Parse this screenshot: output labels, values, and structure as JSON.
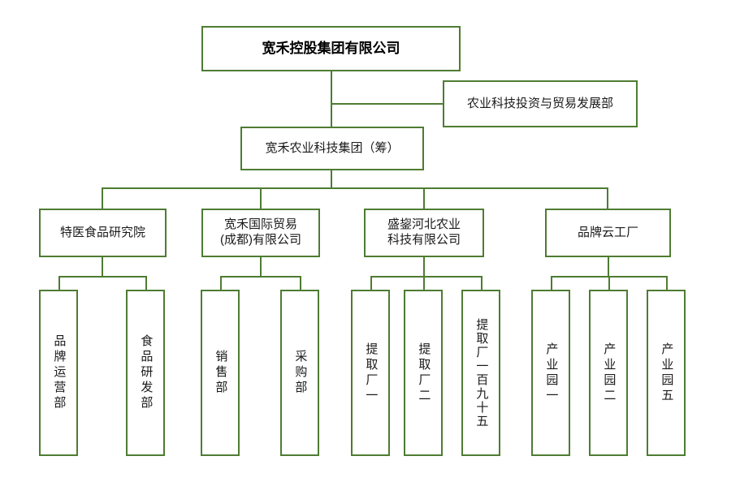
{
  "colors": {
    "line_green": "#4e7c32",
    "text": "#1a1a1a",
    "background": "#ffffff"
  },
  "org": {
    "root": {
      "label": "宽禾控股集团有限公司"
    },
    "staff_department": {
      "label": "农业科技投资与贸易发展部"
    },
    "subgroup": {
      "label": "宽禾农业科技集团（筹）"
    },
    "divisions": [
      {
        "label": "特医食品研究院",
        "children": [
          {
            "label": "品牌运营部"
          },
          {
            "label": "食品研发部"
          }
        ]
      },
      {
        "label": "宽禾国际贸易\n(成都)有限公司",
        "children": [
          {
            "label": "销售部"
          },
          {
            "label": "采购部"
          }
        ]
      },
      {
        "label": "盛鋆河北农业\n科技有限公司",
        "children": [
          {
            "label": "提取厂一"
          },
          {
            "label": "提取厂二"
          },
          {
            "label": "提取厂一百九十五"
          }
        ]
      },
      {
        "label": "品牌云工厂",
        "children": [
          {
            "label": "产业园一"
          },
          {
            "label": "产业园二"
          },
          {
            "label": "产业园五"
          }
        ]
      }
    ]
  }
}
